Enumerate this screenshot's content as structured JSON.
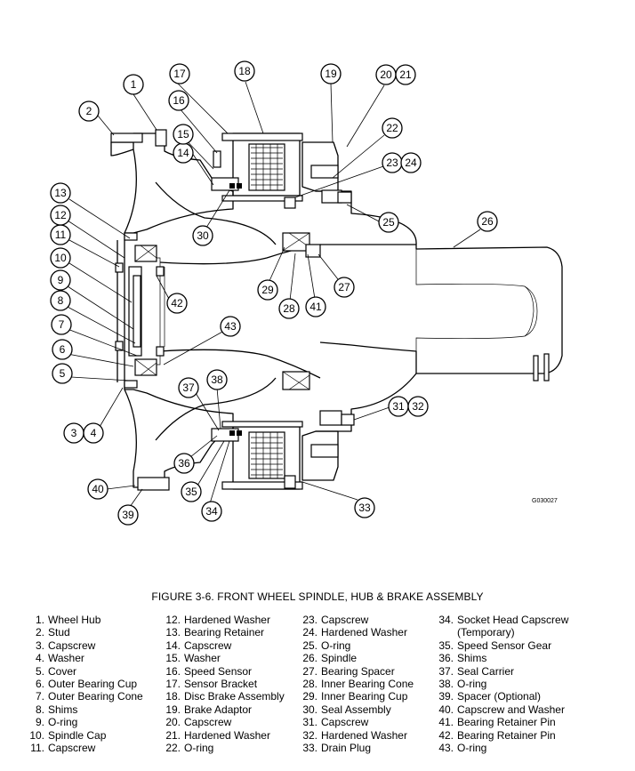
{
  "figure": {
    "caption": "FIGURE 3-6. FRONT WHEEL SPINDLE, HUB & BRAKE ASSEMBLY",
    "drawing_code": "G030027"
  },
  "callouts": [
    "1",
    "2",
    "3",
    "4",
    "5",
    "6",
    "7",
    "8",
    "9",
    "10",
    "11",
    "12",
    "13",
    "14",
    "15",
    "16",
    "17",
    "18",
    "19",
    "20",
    "21",
    "22",
    "23",
    "24",
    "25",
    "26",
    "27",
    "28",
    "29",
    "30",
    "31",
    "32",
    "33",
    "34",
    "35",
    "36",
    "37",
    "38",
    "39",
    "40",
    "41",
    "42",
    "43"
  ],
  "legend": [
    [
      {
        "num": "1.",
        "label": "Wheel Hub"
      },
      {
        "num": "2.",
        "label": "Stud"
      },
      {
        "num": "3.",
        "label": "Capscrew"
      },
      {
        "num": "4.",
        "label": "Washer"
      },
      {
        "num": "5.",
        "label": "Cover"
      },
      {
        "num": "6.",
        "label": "Outer Bearing Cup"
      },
      {
        "num": "7.",
        "label": "Outer Bearing Cone"
      },
      {
        "num": "8.",
        "label": "Shims"
      },
      {
        "num": "9.",
        "label": "O-ring"
      },
      {
        "num": "10.",
        "label": "Spindle Cap"
      },
      {
        "num": "11.",
        "label": "Capscrew"
      }
    ],
    [
      {
        "num": "12.",
        "label": "Hardened Washer"
      },
      {
        "num": "13.",
        "label": "Bearing Retainer"
      },
      {
        "num": "14.",
        "label": "Capscrew"
      },
      {
        "num": "15.",
        "label": "Washer"
      },
      {
        "num": "16.",
        "label": "Speed Sensor"
      },
      {
        "num": "17.",
        "label": "Sensor Bracket"
      },
      {
        "num": "18.",
        "label": "Disc Brake Assembly"
      },
      {
        "num": "19.",
        "label": "Brake Adaptor"
      },
      {
        "num": "20.",
        "label": "Capscrew"
      },
      {
        "num": "21.",
        "label": "Hardened Washer"
      },
      {
        "num": "22.",
        "label": "O-ring"
      }
    ],
    [
      {
        "num": "23.",
        "label": "Capscrew"
      },
      {
        "num": "24.",
        "label": "Hardened Washer"
      },
      {
        "num": "25.",
        "label": "O-ring"
      },
      {
        "num": "26.",
        "label": "Spindle"
      },
      {
        "num": "27.",
        "label": "Bearing Spacer"
      },
      {
        "num": "28.",
        "label": "Inner Bearing Cone"
      },
      {
        "num": "29.",
        "label": "Inner Bearing Cup"
      },
      {
        "num": "30.",
        "label": "Seal Assembly"
      },
      {
        "num": "31.",
        "label": "Capscrew"
      },
      {
        "num": "32.",
        "label": "Hardened Washer"
      },
      {
        "num": "33.",
        "label": "Drain Plug"
      }
    ],
    [
      {
        "num": "34.",
        "label": "Socket Head Capscrew"
      },
      {
        "num": "",
        "label": "(Temporary)",
        "continuation": true
      },
      {
        "num": "35.",
        "label": "Speed Sensor Gear"
      },
      {
        "num": "36.",
        "label": "Shims"
      },
      {
        "num": "37.",
        "label": "Seal Carrier"
      },
      {
        "num": "38.",
        "label": "O-ring"
      },
      {
        "num": "39.",
        "label": "Spacer (Optional)"
      },
      {
        "num": "40.",
        "label": "Capscrew and Washer"
      },
      {
        "num": "41.",
        "label": "Bearing Retainer Pin"
      },
      {
        "num": "42.",
        "label": "Bearing Retainer Pin"
      },
      {
        "num": "43.",
        "label": "O-ring"
      }
    ]
  ]
}
